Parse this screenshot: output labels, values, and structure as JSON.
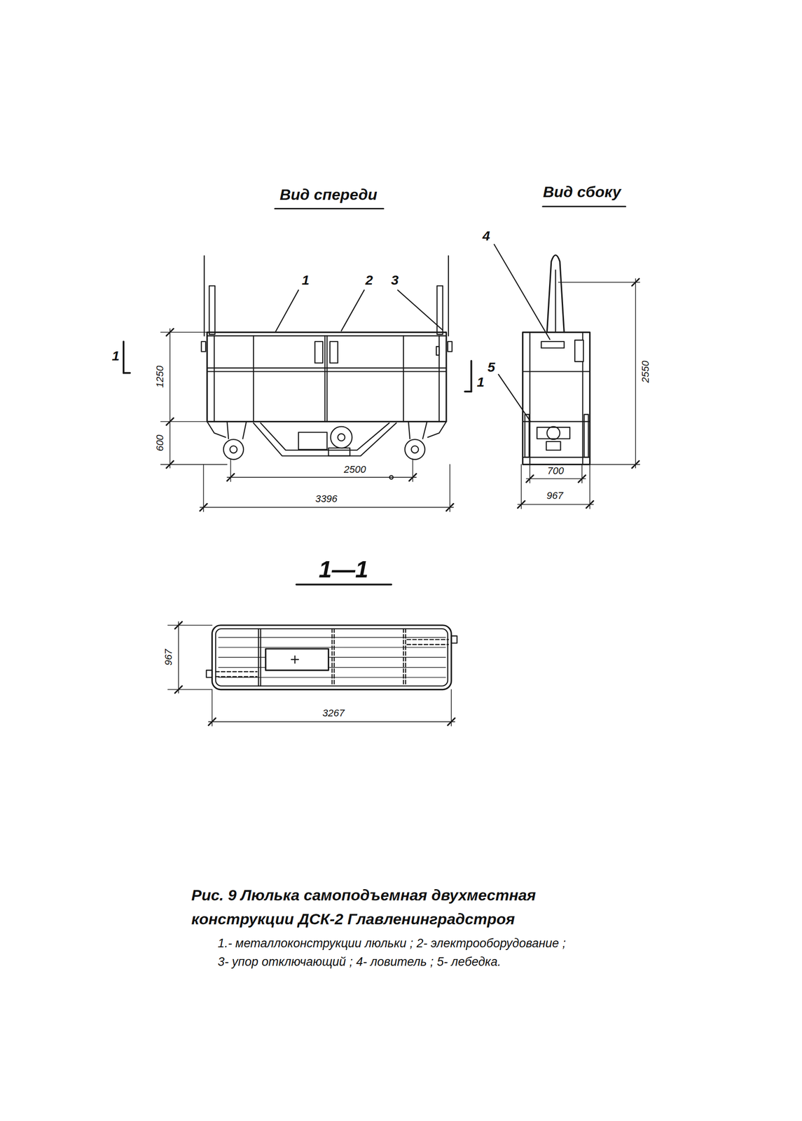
{
  "diagram": {
    "caption": "Рис. 9 Люлька самоподъемная двухместная конструкции ДСК-2 Главленинградстроя",
    "labels": [
      "Вид спереди",
      "Вид сбоку",
      "1",
      "2",
      "3",
      "4",
      "5",
      "1",
      "1",
      "1250",
      "600",
      "2500",
      "3396",
      "700",
      "967",
      "2550",
      "1—1",
      "967",
      "3267",
      "1.- металлоконструкции люльки ; 2- электрооборудование ;",
      "3- упор отключающий ; 4- ловитель ; 5- лебедка."
    ]
  }
}
